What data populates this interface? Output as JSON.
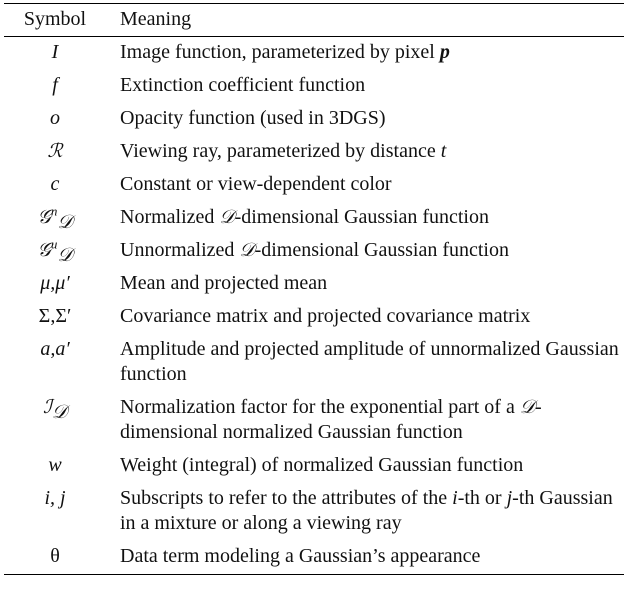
{
  "header": {
    "symbol": "Symbol",
    "meaning": "Meaning"
  },
  "rows": [
    {
      "symbol": "I",
      "meaning_pre": "Image function, parameterized by pixel ",
      "meaning_var": "p",
      "meaning_post": ""
    },
    {
      "symbol": "f",
      "meaning": "Extinction coefficient function"
    },
    {
      "symbol": "o",
      "meaning": "Opacity function (used in 3DGS)"
    },
    {
      "symbol": "ℛ",
      "meaning_pre": "Viewing ray, parameterized by distance ",
      "meaning_var": "t",
      "meaning_post": ""
    },
    {
      "symbol": "c",
      "meaning": "Constant or view-dependent color"
    },
    {
      "symbol": "𝒢",
      "sup": "n",
      "sub": "𝒟",
      "meaning_pre": "Normalized ",
      "meaning_var": "𝒟",
      "meaning_post": "-dimensional Gaussian function"
    },
    {
      "symbol": "𝒢",
      "sup": "u",
      "sub": "𝒟",
      "meaning_pre": "Unnormalized ",
      "meaning_var": "𝒟",
      "meaning_post": "-dimensional Gaussian function"
    },
    {
      "symbol": "μ,μ′",
      "meaning": "Mean and projected mean"
    },
    {
      "symbol": "Σ,Σ′",
      "meaning": "Covariance matrix and projected covariance matrix"
    },
    {
      "symbol": "a,a′",
      "meaning": "Amplitude and projected amplitude of unnormalized Gaussian function"
    },
    {
      "symbol": "ℐ",
      "sub": "𝒟",
      "meaning_pre": "Normalization factor for the exponential part of a ",
      "meaning_var": "𝒟",
      "meaning_post": "-dimensional normalized Gaussian function"
    },
    {
      "symbol": "w",
      "meaning": "Weight (integral) of normalized Gaussian function"
    },
    {
      "symbol": "i, j",
      "meaning_pre": "Subscripts to refer to the attributes of the ",
      "meaning_var": "i",
      "meaning_mid": "-th or ",
      "meaning_var2": "j",
      "meaning_post": "-th Gaussian in a mixture or along a viewing ray"
    },
    {
      "symbol": "θ",
      "meaning": "Data term modeling a Gaussian’s appearance"
    }
  ]
}
